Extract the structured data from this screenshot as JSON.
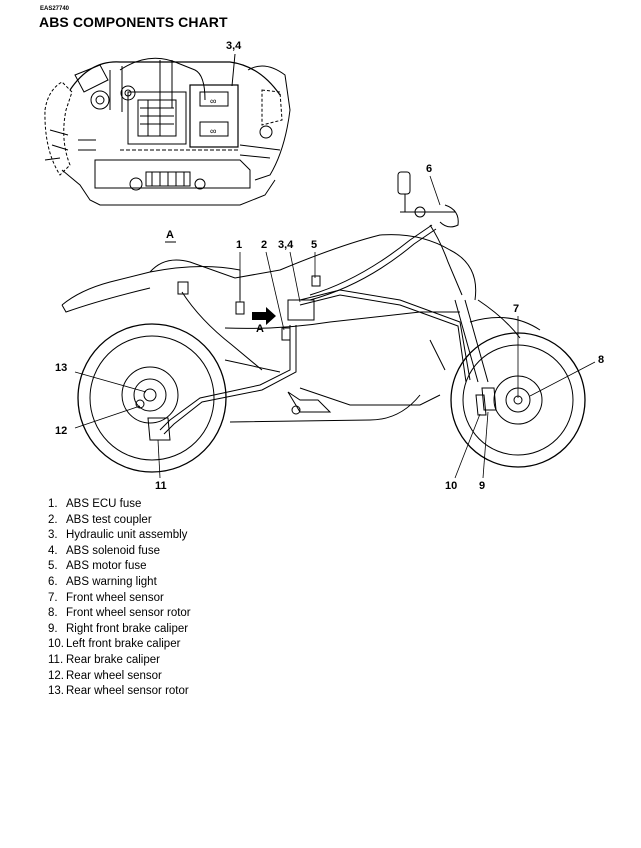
{
  "doc_code": "EAS27740",
  "title": "ABS COMPONENTS CHART",
  "view_label": "A",
  "callouts": {
    "detail_34": "3,4",
    "c1": "1",
    "c2": "2",
    "c34": "3,4",
    "c5": "5",
    "c6": "6",
    "c7": "7",
    "c8": "8",
    "c9": "9",
    "c10": "10",
    "c11": "11",
    "c12": "12",
    "c13": "13",
    "arrow_a": "A"
  },
  "legend": [
    {
      "num": "1.",
      "text": "ABS ECU fuse"
    },
    {
      "num": "2.",
      "text": "ABS test coupler"
    },
    {
      "num": "3.",
      "text": "Hydraulic unit assembly"
    },
    {
      "num": "4.",
      "text": "ABS solenoid fuse"
    },
    {
      "num": "5.",
      "text": "ABS motor fuse"
    },
    {
      "num": "6.",
      "text": "ABS warning light"
    },
    {
      "num": "7.",
      "text": "Front wheel sensor"
    },
    {
      "num": "8.",
      "text": "Front wheel sensor rotor"
    },
    {
      "num": "9.",
      "text": "Right front brake caliper"
    },
    {
      "num": "10.",
      "text": "Left front brake caliper"
    },
    {
      "num": "11.",
      "text": "Rear brake caliper"
    },
    {
      "num": "12.",
      "text": "Rear wheel sensor"
    },
    {
      "num": "13.",
      "text": "Rear wheel sensor rotor"
    }
  ]
}
